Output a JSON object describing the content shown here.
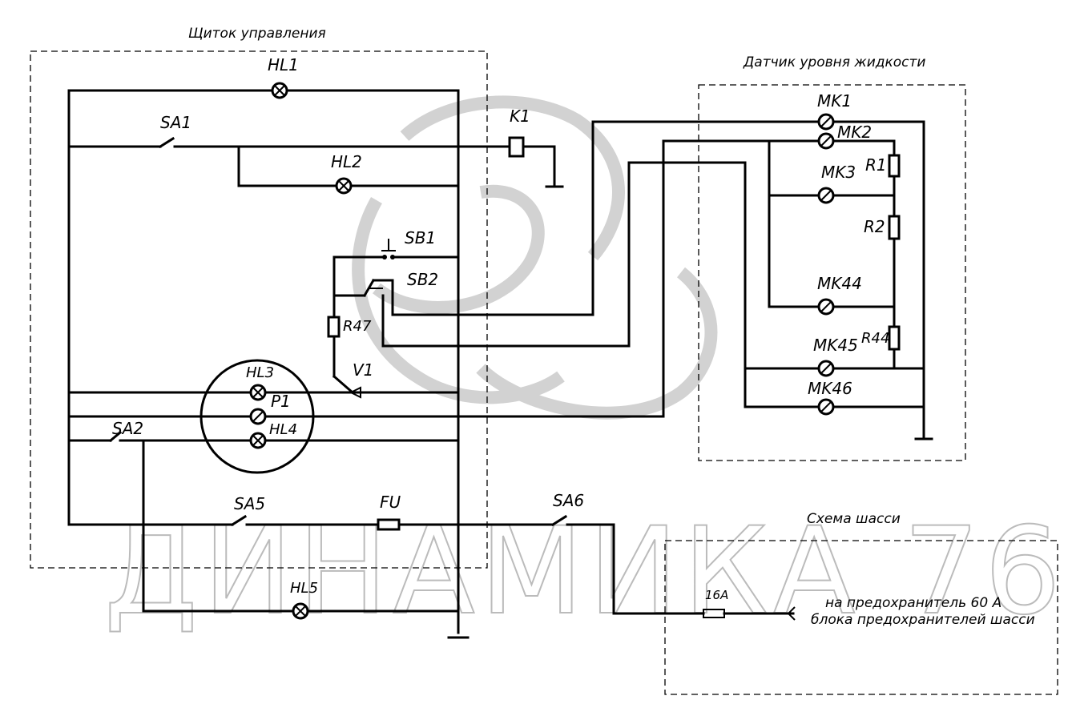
{
  "titles": {
    "control_panel": "Щиток управления",
    "level_sensor": "Датчик уровня жидкости",
    "chassis": "Схема шасси"
  },
  "components": {
    "hl1": "HL1",
    "hl2": "HL2",
    "hl3": "HL3",
    "hl4": "HL4",
    "hl5": "HL5",
    "sa1": "SA1",
    "sa2": "SA2",
    "sa5": "SA5",
    "sa6": "SA6",
    "sb1": "SB1",
    "sb2": "SB2",
    "k1": "K1",
    "r47": "R47",
    "v1": "V1",
    "p1": "P1",
    "fu": "FU",
    "mk1": "MK1",
    "mk2": "MK2",
    "mk3": "MK3",
    "mk44": "MK44",
    "mk45": "MK45",
    "mk46": "MK46",
    "r1": "R1",
    "r2": "R2",
    "r44": "R44",
    "fuse16": "16A"
  },
  "chassis_note": {
    "line1": "на предохранитель 60 А",
    "line2": "блока предохранителей шасси"
  },
  "watermark": "ДИНАМИКА 76"
}
